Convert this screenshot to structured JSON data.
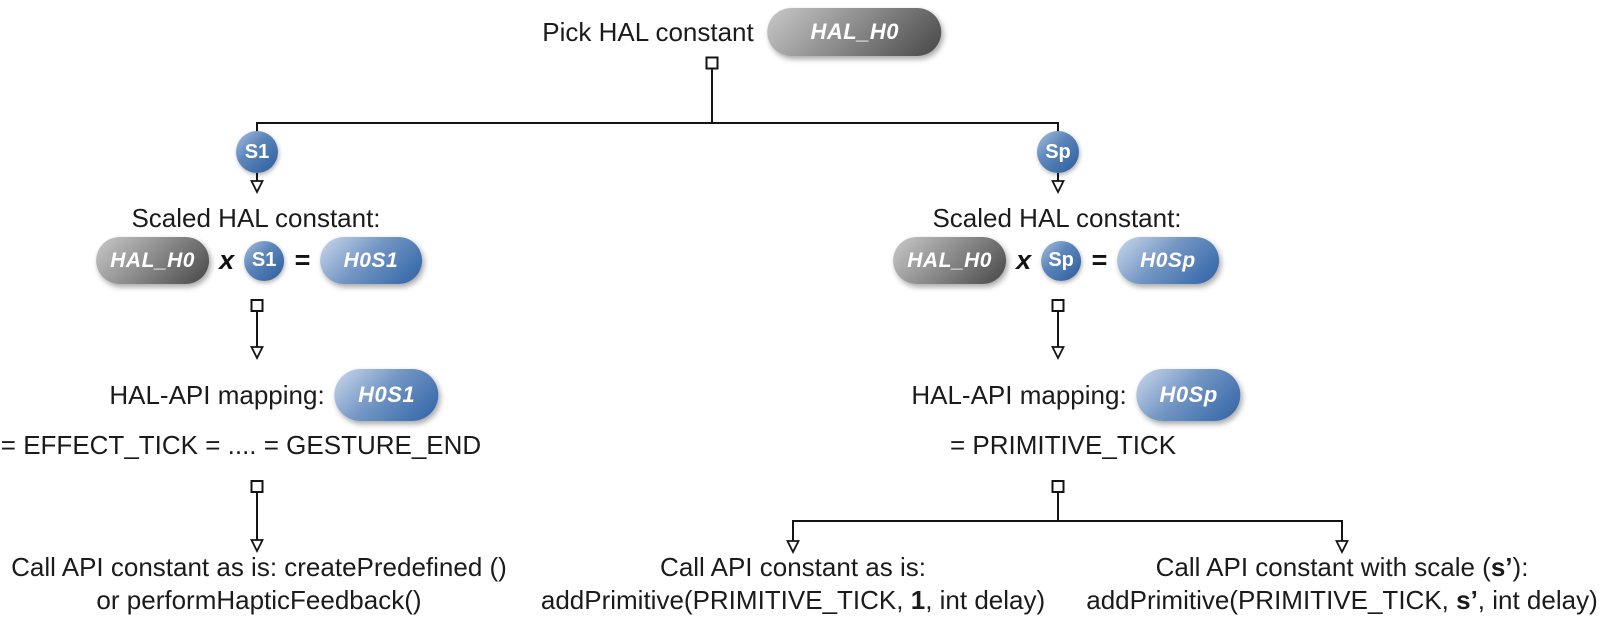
{
  "root": {
    "label": "Pick HAL constant",
    "pill": "HAL_H0"
  },
  "left": {
    "badge": "S1",
    "title": "Scaled HAL constant:",
    "formula": {
      "hal": "HAL_H0",
      "times": "x",
      "scale": "S1",
      "equals": "=",
      "result": "H0S1"
    },
    "mapping_label": "HAL-API mapping:",
    "mapping_pill": "H0S1",
    "equation": "= EFFECT_TICK = .... = GESTURE_END",
    "action": {
      "line1": "Call API constant as is: createPredefined ()",
      "line2": "or performHapticFeedback()"
    }
  },
  "right": {
    "badge": "Sp",
    "title": "Scaled HAL constant:",
    "formula": {
      "hal": "HAL_H0",
      "times": "x",
      "scale": "Sp",
      "equals": "=",
      "result": "H0Sp"
    },
    "mapping_label": "HAL-API mapping:",
    "mapping_pill": "H0Sp",
    "equation": "= PRIMITIVE_TICK",
    "action_as_is": {
      "line1": "Call API constant as is:",
      "line2_pre": "addPrimitive(PRIMITIVE_TICK, ",
      "line2_bold": "1",
      "line2_post": ", int delay)"
    },
    "action_scaled": {
      "line1_pre": "Call API constant with scale (",
      "line1_bold": "s’",
      "line1_post": "):",
      "line2_pre": "addPrimitive(PRIMITIVE_TICK, ",
      "line2_bold": "s’",
      "line2_post": ", int delay)"
    }
  },
  "colors": {
    "pill_gray_light": "#c9c9c9",
    "pill_gray_dark": "#474747",
    "pill_blue_light": "#ccd9ec",
    "pill_blue_dark": "#2e62a6",
    "badge_blue": "#2a5c9d",
    "line": "#141414",
    "text": "#1b1b1b"
  }
}
